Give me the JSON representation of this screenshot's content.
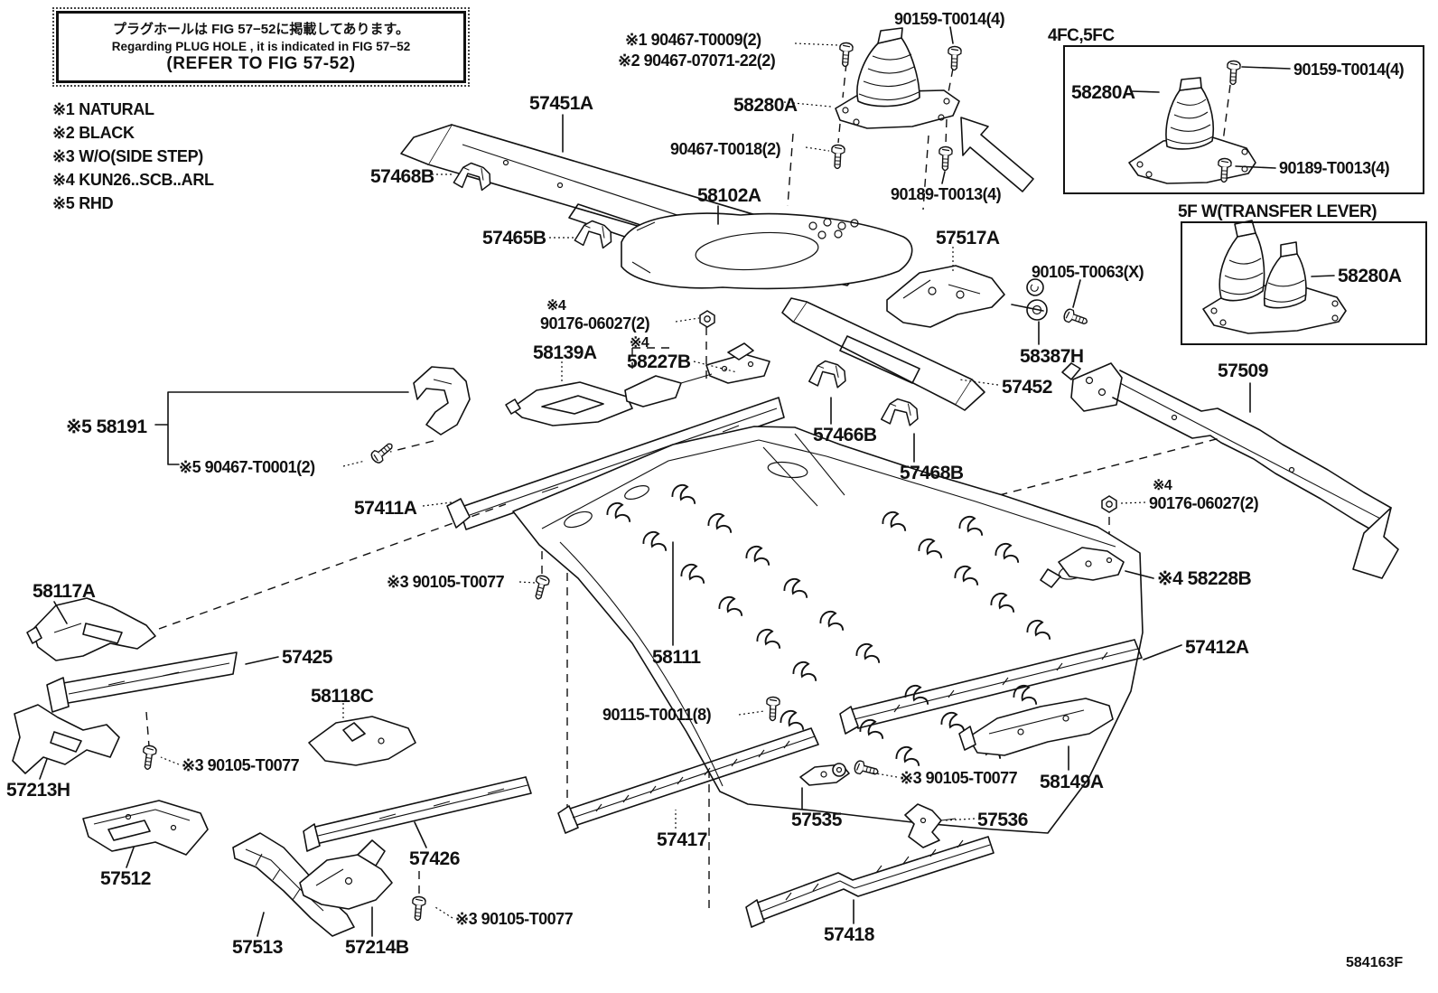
{
  "note_box": {
    "jp": "プラグホールは FIG 57−52に掲載してあります。",
    "en": "Regarding PLUG HOLE , it is indicated in FIG 57−52",
    "ref": "(REFER TO FIG 57-52)"
  },
  "legend": {
    "item1": "※1 NATURAL",
    "item2": "※2 BLACK",
    "item3": "※3 W/O(SIDE STEP)",
    "item4": "※4 KUN26..SCB..ARL",
    "item5": "※5 RHD"
  },
  "insets": {
    "box1_title": "4FC,5FC",
    "box2_title": "5F W(TRANSFER LEVER)"
  },
  "footer": {
    "figure_code": "584163F"
  },
  "labels": [
    "90159-T0014(4)",
    "※1 90467-T0009(2)",
    "※2 90467-07071-22(2)",
    "90159-T0014(4)",
    "58280A",
    "57451A",
    "58280A",
    "90467-T0018(2)",
    "57468B",
    "90189-T0013(4)",
    "90189-T0013(4)",
    "58102A",
    "57465B",
    "57517A",
    "90105-T0063(X)",
    "58280A",
    "※4",
    "90176-06027(2)",
    "58139A",
    "※4",
    "58227B",
    "58387H",
    "57452",
    "57509",
    "57466B",
    "57468B",
    "※5 58191",
    "※5 90467-T0001(2)",
    "57411A",
    "※4",
    "90176-06027(2)",
    "※3 90105-T0077",
    "58117A",
    "※4 58228B",
    "57425",
    "57412A",
    "58111",
    "58118C",
    "90115-T0011(8)",
    "※3 90105-T0077",
    "57213H",
    "※3 90105-T0077",
    "58149A",
    "57535",
    "57536",
    "57512",
    "57426",
    "57417",
    "※3 90105-T0077",
    "57513",
    "57214B",
    "57418"
  ]
}
